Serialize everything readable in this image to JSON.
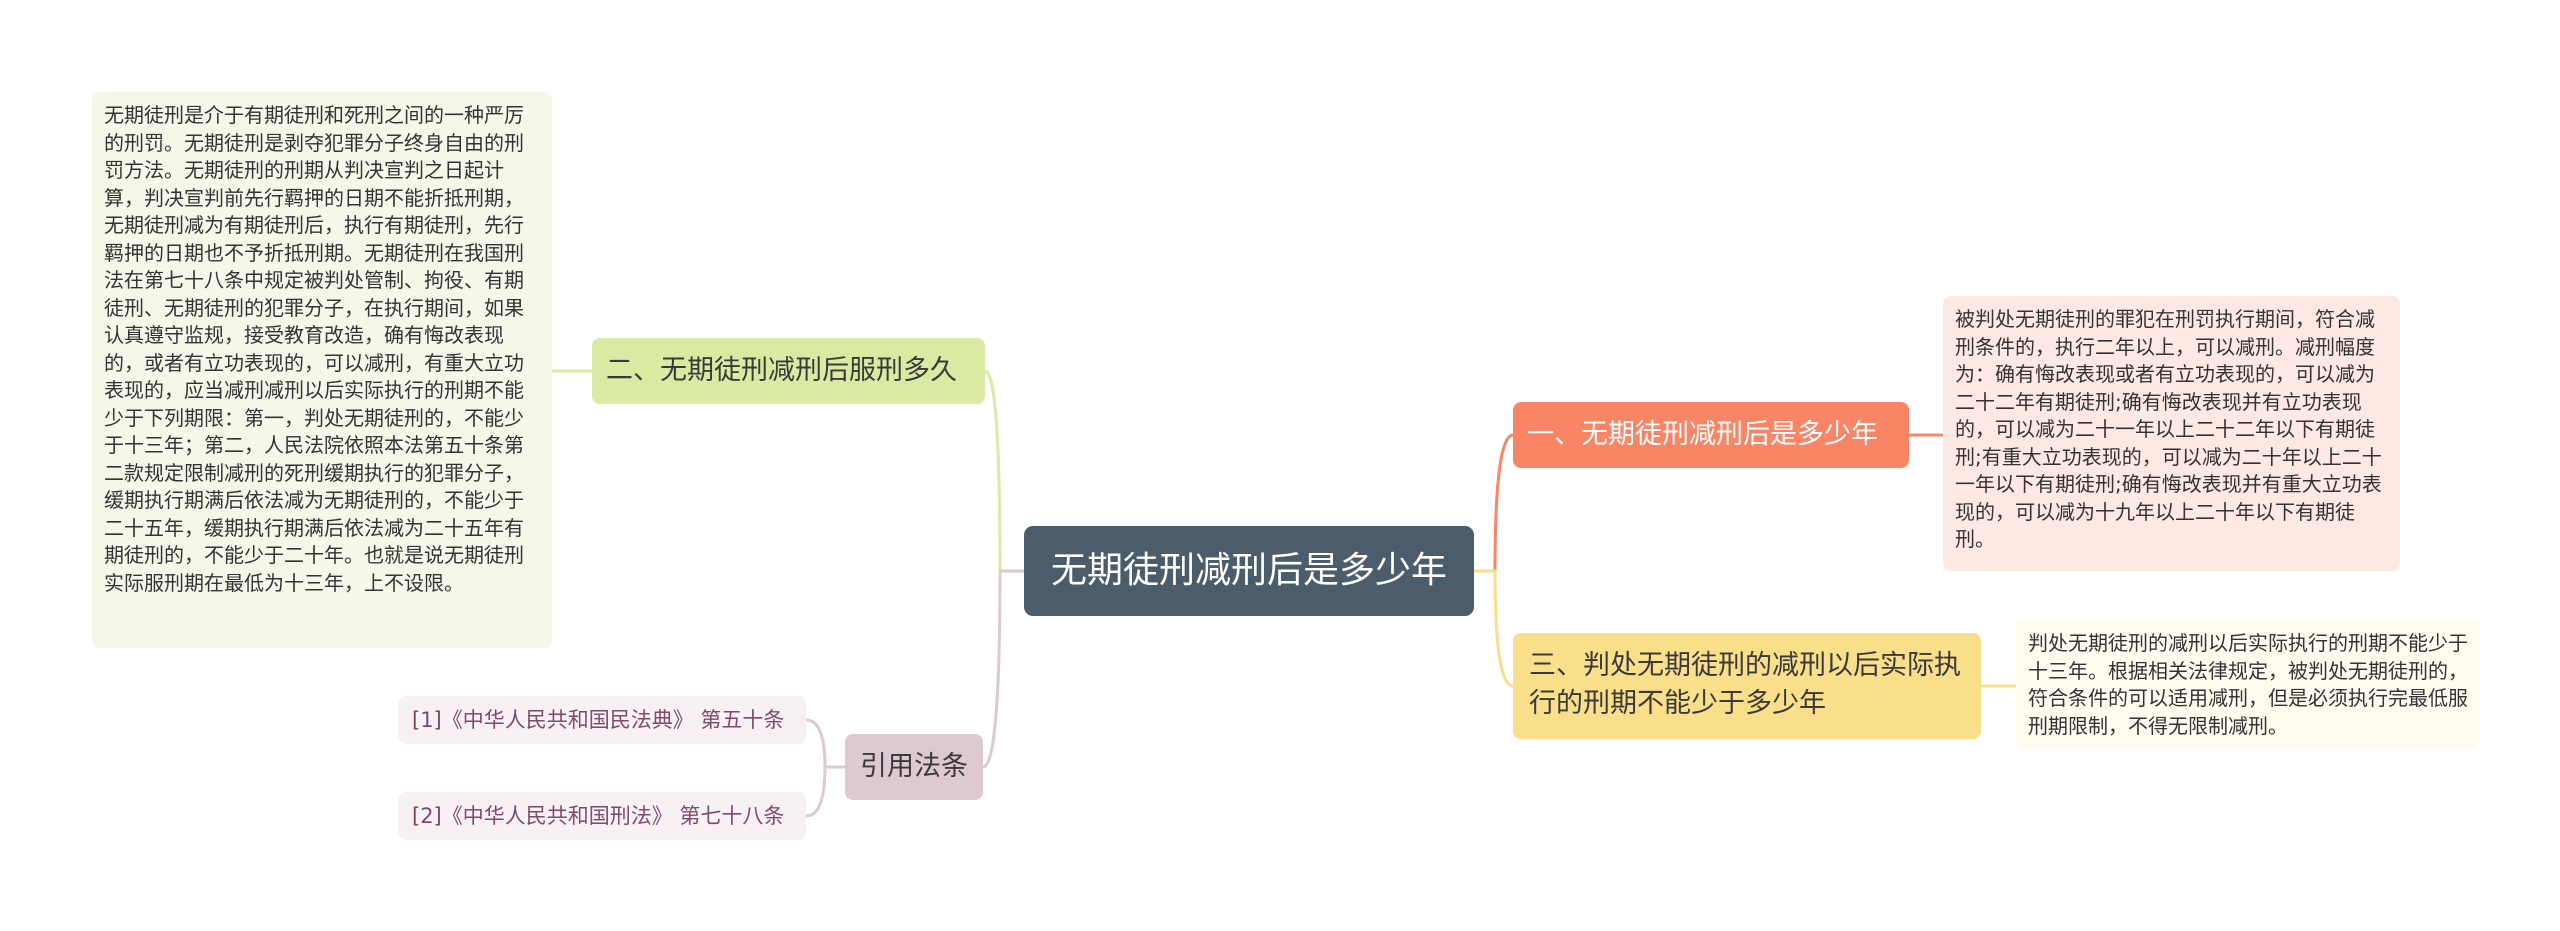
{
  "central": {
    "label": "无期徒刑减刑后是多少年"
  },
  "left": {
    "branch1": {
      "label": "二、无期徒刑减刑后服刑多久",
      "detail": "  无期徒刑是介于有期徒刑和死刑之间的一种严厉的刑罚。无期徒刑是剥夺犯罪分子终身自由的刑罚方法。无期徒刑的刑期从判决宣判之日起计算，判决宣判前先行羁押的日期不能折抵刑期，无期徒刑减为有期徒刑后，执行有期徒刑，先行羁押的日期也不予折抵刑期。无期徒刑在我国刑法在第七十八条中规定被判处管制、拘役、有期徒刑、无期徒刑的犯罪分子，在执行期间，如果认真遵守监规，接受教育改造，确有悔改表现的，或者有立功表现的，可以减刑，有重大立功表现的，应当减刑减刑以后实际执行的刑期不能少于下列期限：第一，判处无期徒刑的，不能少于十三年；第二，人民法院依照本法第五十条第二款规定限制减刑的死刑缓期执行的犯罪分子，缓期执行期满后依法减为无期徒刑的，不能少于二十五年，缓期执行期满后依法减为二十五年有期徒刑的，不能少于二十年。也就是说无期徒刑实际服刑期在最低为十三年，上不设限。"
    },
    "branch2": {
      "label": "引用法条",
      "refs": [
        "[1]《中华人民共和国民法典》 第五十条",
        "[2]《中华人民共和国刑法》 第七十八条"
      ]
    }
  },
  "right": {
    "branch1": {
      "label": "一、无期徒刑减刑后是多少年",
      "detail": "  被判处无期徒刑的罪犯在刑罚执行期间，符合减刑条件的，执行二年以上，可以减刑。减刑幅度为：确有悔改表现或者有立功表现的，可以减为二十二年有期徒刑;确有悔改表现并有立功表现的，可以减为二十一年以上二十二年以下有期徒刑;有重大立功表现的，可以减为二十年以上二十一年以下有期徒刑;确有悔改表现并有重大立功表现的，可以减为十九年以上二十年以下有期徒刑。"
    },
    "branch3": {
      "label": "三、判处无期徒刑的减刑以后实际执行的刑期不能少于多少年",
      "detail": "判处无期徒刑的减刑以后实际执行的刑期不能少于十三年。根据相关法律规定，被判处无期徒刑的，符合条件的可以适用减刑，但是必须执行完最低服刑期限制，不得无限制减刑。"
    }
  },
  "colors": {
    "central": "#4b5c6b",
    "branch_green": "#dbeaa3",
    "branch_pink": "#ddc9d2",
    "branch_orange": "#fa8566",
    "branch_yellow": "#fadf8b"
  }
}
